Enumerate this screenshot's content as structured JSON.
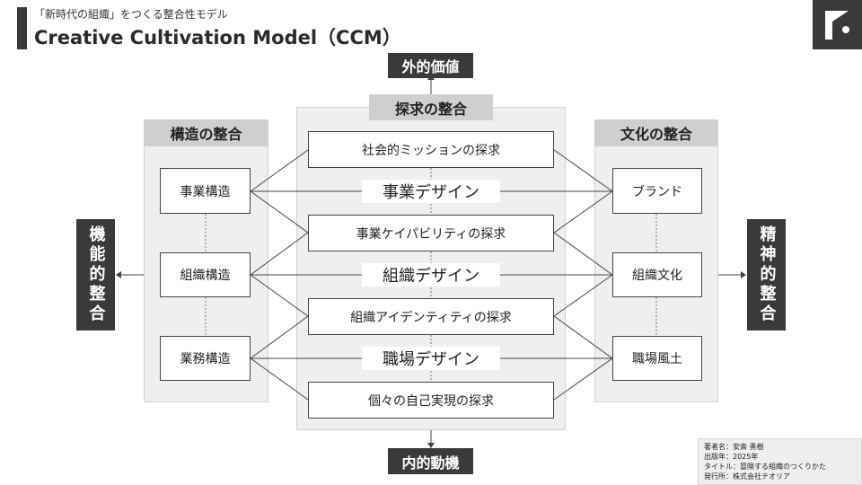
{
  "header": {
    "subtitle": "「新時代の組織」をつくる整合性モデル",
    "title": "Creative Cultivation Model（CCM）"
  },
  "logo": {
    "icon": "company-logo-icon"
  },
  "top_label": "外的価値",
  "bottom_label": "内的動機",
  "left_label": "機能的整合",
  "right_label": "精神的整合",
  "left_panel": {
    "header": "構造の整合",
    "items": [
      "事業構造",
      "組織構造",
      "業務構造"
    ]
  },
  "center_panel": {
    "header": "探求の整合",
    "explorations": [
      "社会的ミッションの探求",
      "事業ケイパビリティの探求",
      "組織アイデンティティの探求",
      "個々の自己実現の探求"
    ],
    "designs": [
      "事業デザイン",
      "組織デザイン",
      "職場デザイン"
    ]
  },
  "right_panel": {
    "header": "文化の整合",
    "items": [
      "ブランド",
      "組織文化",
      "職場風土"
    ]
  },
  "credits": {
    "author": "著者名：安斎 勇樹",
    "year": "出版年：2025年",
    "book": "タイトル：冒険する組織のつくりかた",
    "publisher": "発行所：株式会社テオリア"
  }
}
